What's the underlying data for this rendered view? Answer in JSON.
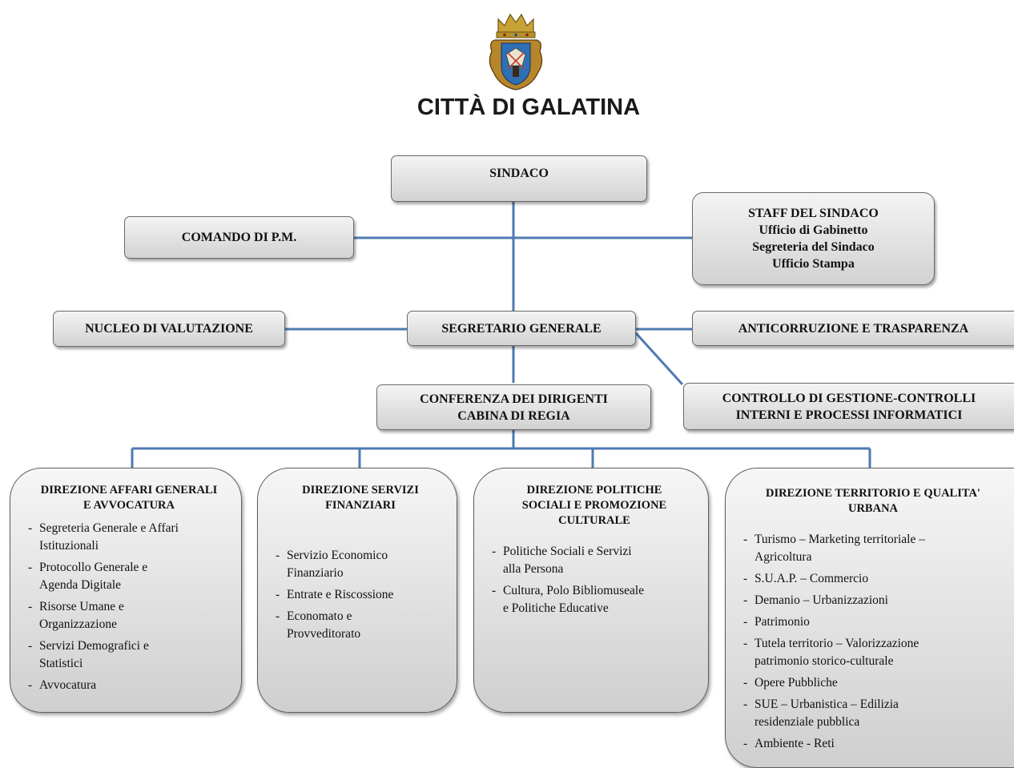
{
  "header": {
    "title": "CITTÀ DI GALATINA"
  },
  "nodes": {
    "sindaco": [
      "SINDACO"
    ],
    "comando": [
      "COMANDO DI P.M."
    ],
    "staff": [
      "STAFF DEL SINDACO",
      "Ufficio di Gabinetto",
      "Segreteria  del Sindaco",
      "Ufficio Stampa"
    ],
    "nucleo": [
      "NUCLEO DI VALUTAZIONE"
    ],
    "segretario": [
      "SEGRETARIO GENERALE"
    ],
    "anticorruzione": [
      "ANTICORRUZIONE E TRASPARENZA"
    ],
    "conferenza": [
      "CONFERENZA DEI DIRIGENTI",
      "CABINA DI REGIA"
    ],
    "controllo": [
      "CONTROLLO DI GESTIONE-CONTROLLI",
      "INTERNI E PROCESSI INFORMATICI"
    ]
  },
  "departments": [
    {
      "title": [
        "DIREZIONE AFFARI GENERALI",
        "E AVVOCATURA"
      ],
      "items": [
        [
          "Segreteria Generale e Affari",
          "Istituzionali"
        ],
        [
          "Protocollo  Generale e",
          "Agenda Digitale"
        ],
        [
          "Risorse Umane e",
          "Organizzazione"
        ],
        [
          "Servizi Demografici  e",
          "Statistici"
        ],
        [
          "Avvocatura"
        ]
      ]
    },
    {
      "title": [
        "DIREZIONE SERVIZI",
        "FINANZIARI"
      ],
      "items": [
        [
          "Servizio Economico",
          "Finanziario"
        ],
        [
          "Entrate e Riscossione"
        ],
        [
          "Economato  e",
          "Provveditorato"
        ]
      ]
    },
    {
      "title": [
        "DIREZIONE POLITICHE",
        "SOCIALI E PROMOZIONE",
        "CULTURALE"
      ],
      "items": [
        [
          "Politiche Sociali e Servizi",
          "alla Persona"
        ],
        [
          "Cultura, Polo Bibliomuseale",
          "e Politiche Educative"
        ]
      ]
    },
    {
      "title": [
        "DIREZIONE TERRITORIO E QUALITA'",
        "URBANA"
      ],
      "items": [
        [
          "Turismo – Marketing territoriale –",
          "Agricoltura"
        ],
        [
          "S.U.A.P. – Commercio"
        ],
        [
          "Demanio – Urbanizzazioni"
        ],
        [
          "Patrimonio"
        ],
        [
          "Tutela territorio – Valorizzazione",
          "patrimonio storico-culturale"
        ],
        [
          "Opere Pubbliche"
        ],
        [
          "SUE – Urbanistica – Edilizia",
          "residenziale pubblica"
        ],
        [
          "Ambiente - Reti"
        ]
      ]
    }
  ],
  "colors": {
    "connector": "#4f7ab3",
    "box_border": "#6a6a6a"
  }
}
